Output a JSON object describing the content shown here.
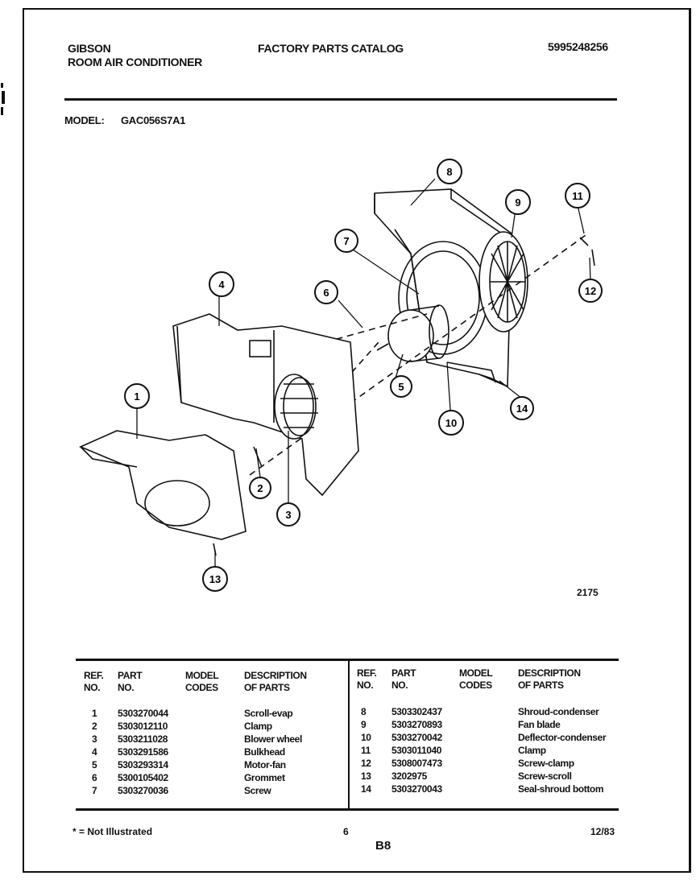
{
  "header": {
    "brand": "GIBSON",
    "product": "ROOM AIR CONDITIONER",
    "catalog_title": "FACTORY PARTS CATALOG",
    "catalog_number": "5995248256",
    "model_label": "MODEL:",
    "model_value": "GAC056S7A1"
  },
  "diagram": {
    "figure_number": "2175",
    "callouts": [
      "1",
      "2",
      "3",
      "4",
      "5",
      "6",
      "7",
      "8",
      "9",
      "10",
      "11",
      "12",
      "13",
      "14"
    ]
  },
  "parts_table": {
    "columns": {
      "ref_no": "REF.\nNO.",
      "part_no": "PART\nNO.",
      "model_codes": "MODEL\nCODES",
      "description": "DESCRIPTION\nOF PARTS"
    },
    "left_rows": [
      {
        "ref": "1",
        "part": "5303270044",
        "codes": "",
        "desc": "Scroll-evap"
      },
      {
        "ref": "2",
        "part": "5303012110",
        "codes": "",
        "desc": "Clamp"
      },
      {
        "ref": "3",
        "part": "5303211028",
        "codes": "",
        "desc": "Blower wheel"
      },
      {
        "ref": "4",
        "part": "5303291586",
        "codes": "",
        "desc": "Bulkhead"
      },
      {
        "ref": "5",
        "part": "5303293314",
        "codes": "",
        "desc": "Motor-fan"
      },
      {
        "ref": "6",
        "part": "5300105402",
        "codes": "",
        "desc": "Grommet"
      },
      {
        "ref": "7",
        "part": "5303270036",
        "codes": "",
        "desc": "Screw"
      }
    ],
    "right_rows": [
      {
        "ref": "8",
        "part": "5303302437",
        "codes": "",
        "desc": "Shroud-condenser"
      },
      {
        "ref": "9",
        "part": "5303270893",
        "codes": "",
        "desc": "Fan blade"
      },
      {
        "ref": "10",
        "part": "5303270042",
        "codes": "",
        "desc": "Deflector-condenser"
      },
      {
        "ref": "11",
        "part": "5303011040",
        "codes": "",
        "desc": "Clamp"
      },
      {
        "ref": "12",
        "part": "5308007473",
        "codes": "",
        "desc": "Screw-clamp"
      },
      {
        "ref": "13",
        "part": "3202975",
        "codes": "",
        "desc": "Screw-scroll"
      },
      {
        "ref": "14",
        "part": "5303270043",
        "codes": "",
        "desc": "Seal-shroud bottom"
      }
    ]
  },
  "footer": {
    "note": "* = Not Illustrated",
    "page_number": "6",
    "section": "B8",
    "date": "12/83"
  }
}
